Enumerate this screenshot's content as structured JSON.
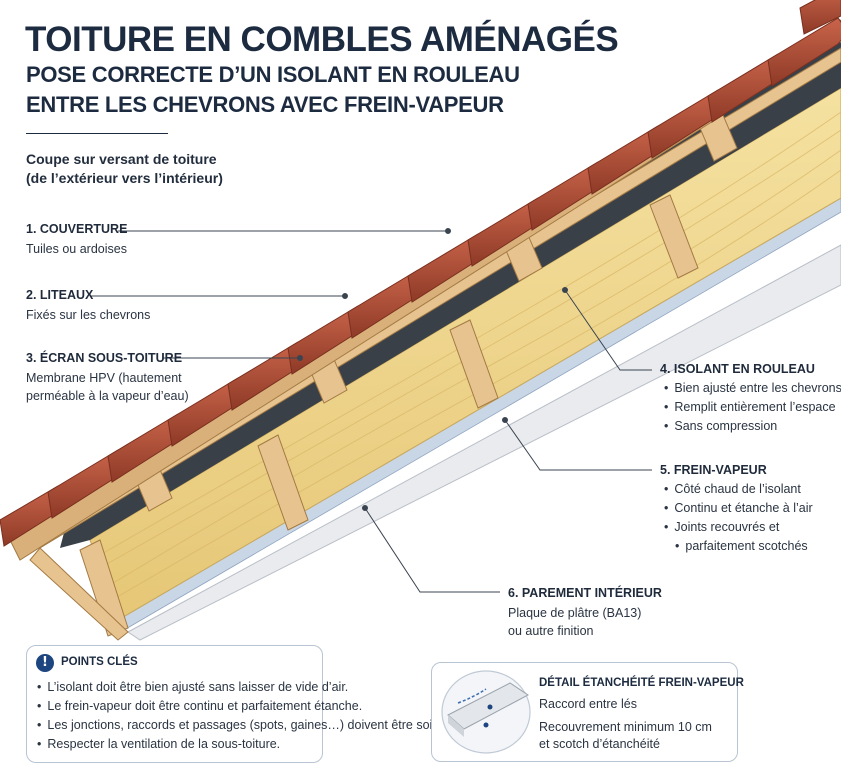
{
  "header": {
    "title": "TOITURE EN COMBLES AMÉNAGÉS",
    "subtitle_line1": "POSE CORRECTE D’UN ISOLANT EN ROULEAU",
    "subtitle_line2": "ENTRE LES CHEVRONS AVEC FREIN-VAPEUR"
  },
  "intro": {
    "line1": "Coupe sur versant de toiture",
    "line2": "(de l’extérieur vers l’intérieur)"
  },
  "layers": [
    {
      "title": "1. COUVERTURE",
      "lines": [
        "Tuiles ou ardoises"
      ]
    },
    {
      "title": "2. LITEAUX",
      "lines": [
        "Fixés sur les chevrons"
      ]
    },
    {
      "title": "3. ÉCRAN SOUS-TOITURE",
      "lines": [
        "Membrane HPV (hautement",
        "perméable à la vapeur d’eau)"
      ]
    },
    {
      "title": "4. ISOLANT EN ROULEAU",
      "bullets": [
        "Bien ajusté entre les chevrons",
        "Remplit entièrement l’espace",
        "Sans compression"
      ]
    },
    {
      "title": "5. FREIN-VAPEUR",
      "bullets": [
        "Côté chaud de l’isolant",
        "Continu et étanche à l’air",
        "Joints recouvrés et",
        "parfaitement scotchés"
      ]
    },
    {
      "title": "6. PAREMENT INTÉRIEUR",
      "lines": [
        "Plaque de plâtre (BA13)",
        "ou autre finition"
      ]
    }
  ],
  "key_points": {
    "icon": "exclamation-icon",
    "title": "POINTS CLÉS",
    "items": [
      "L’isolant doit être bien ajusté sans laisser de vide d’air.",
      "Le frein-vapeur doit être continu et parfaitement étanche.",
      "Les jonctions, raccords et passages (spots, gaines…) doivent être soigneusement étanchéifiés.",
      "Respecter la ventilation de la sous-toiture."
    ]
  },
  "detail": {
    "title": "DÉTAIL ÉTANCHÉITÉ FREIN-VAPEUR",
    "row1": "Raccord entre lés",
    "row2_line1": "Recouvrement minimum 10 cm",
    "row2_line2": "et scotch d’étanchéité"
  },
  "colors": {
    "tile": "#b5513a",
    "tile_dark": "#8e3a27",
    "wood": "#e7c48f",
    "wood_edge": "#a47a44",
    "insulation": "#f1d98a",
    "membrane": "#3a4048",
    "vapour_barrier": "#c9d6e6",
    "plaster": "#e9ebee",
    "navy": "#1c2b40",
    "accent": "#1d4580"
  }
}
